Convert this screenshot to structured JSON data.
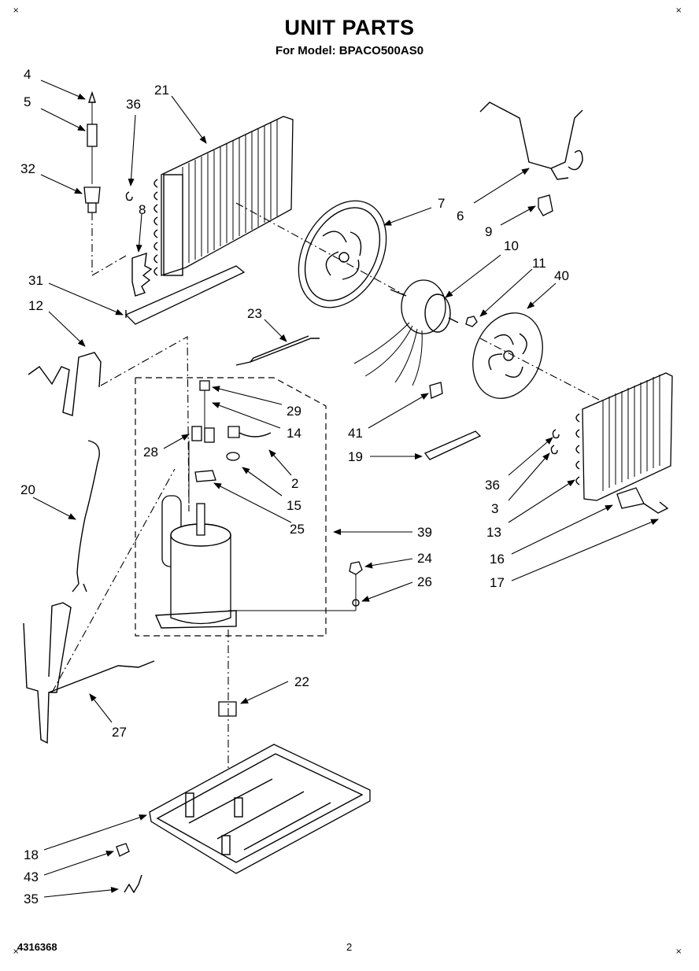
{
  "header": {
    "title": "UNIT PARTS",
    "subtitle": "For Model: BPACO500AS0"
  },
  "footer": {
    "doc_number": "4316368",
    "page_number": "2"
  },
  "corner_marks": [
    "×",
    "×",
    "×",
    "×"
  ],
  "callouts": {
    "c4": "4",
    "c5": "5",
    "c32": "32",
    "c36a": "36",
    "c21": "21",
    "c8": "8",
    "c31": "31",
    "c12": "12",
    "c7": "7",
    "c6": "6",
    "c9": "9",
    "c10": "10",
    "c11": "11",
    "c40": "40",
    "c23": "23",
    "c29": "29",
    "c14": "14",
    "c28": "28",
    "c2": "2",
    "c15": "15",
    "c25": "25",
    "c20": "20",
    "c39": "39",
    "c24": "24",
    "c26": "26",
    "c41": "41",
    "c19": "19",
    "c36b": "36",
    "c3": "3",
    "c13": "13",
    "c16": "16",
    "c17": "17",
    "c22": "22",
    "c27": "27",
    "c18": "18",
    "c43": "43",
    "c35": "35"
  }
}
